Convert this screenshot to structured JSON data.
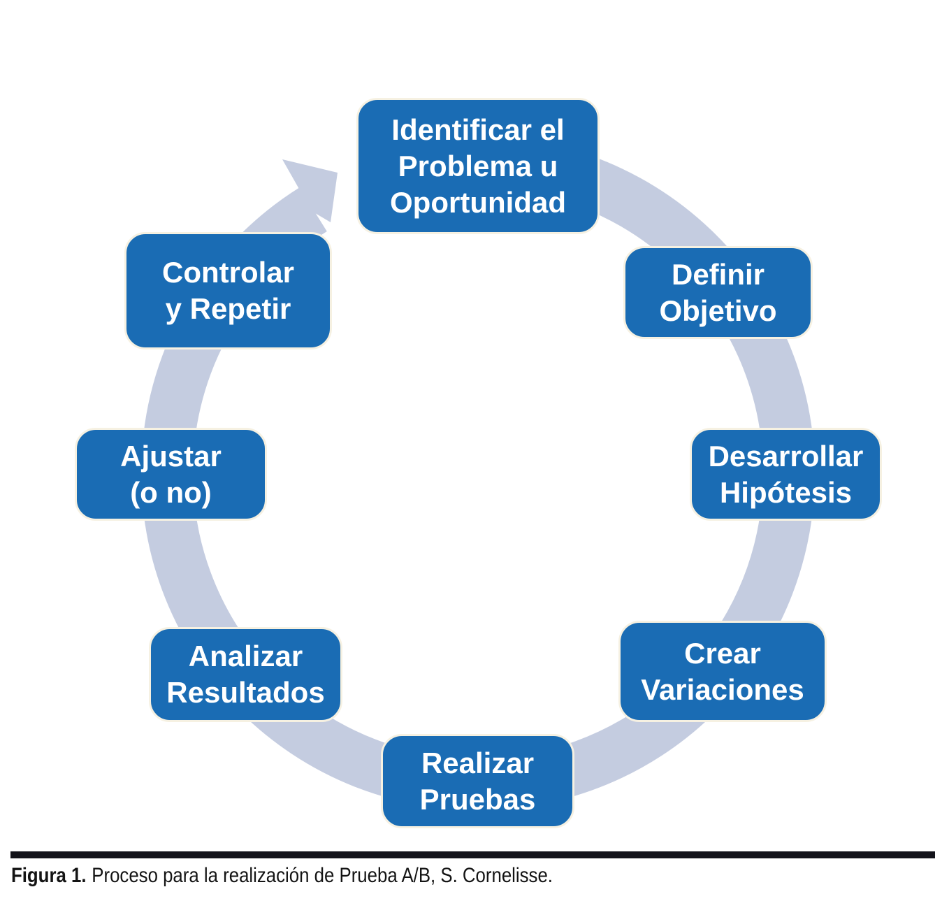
{
  "colors": {
    "box-blue": "#1a6cb4",
    "ring": "#c4cce0",
    "box-text": "#ffffff",
    "box-border": "#f6f1e2",
    "caption-color": "#141414",
    "rule-color": "#13131a"
  },
  "diagram": {
    "type": "cycle",
    "steps": [
      {
        "id": "identificar",
        "label": "Identificar el\nProblema u\nOportunidad"
      },
      {
        "id": "definir",
        "label": "Definir\nObjetivo"
      },
      {
        "id": "desarrollar",
        "label": "Desarrollar\nHipótesis"
      },
      {
        "id": "crear",
        "label": "Crear\nVariaciones"
      },
      {
        "id": "realizar",
        "label": "Realizar\nPruebas"
      },
      {
        "id": "analizar",
        "label": "Analizar\nResultados"
      },
      {
        "id": "ajustar",
        "label": "Ajustar\n(o no)"
      },
      {
        "id": "controlar",
        "label": "Controlar\ny Repetir"
      }
    ]
  },
  "caption": {
    "label": "Figura 1.",
    "text": "Proceso para la realización de Prueba A/B, S. Cornelisse."
  }
}
